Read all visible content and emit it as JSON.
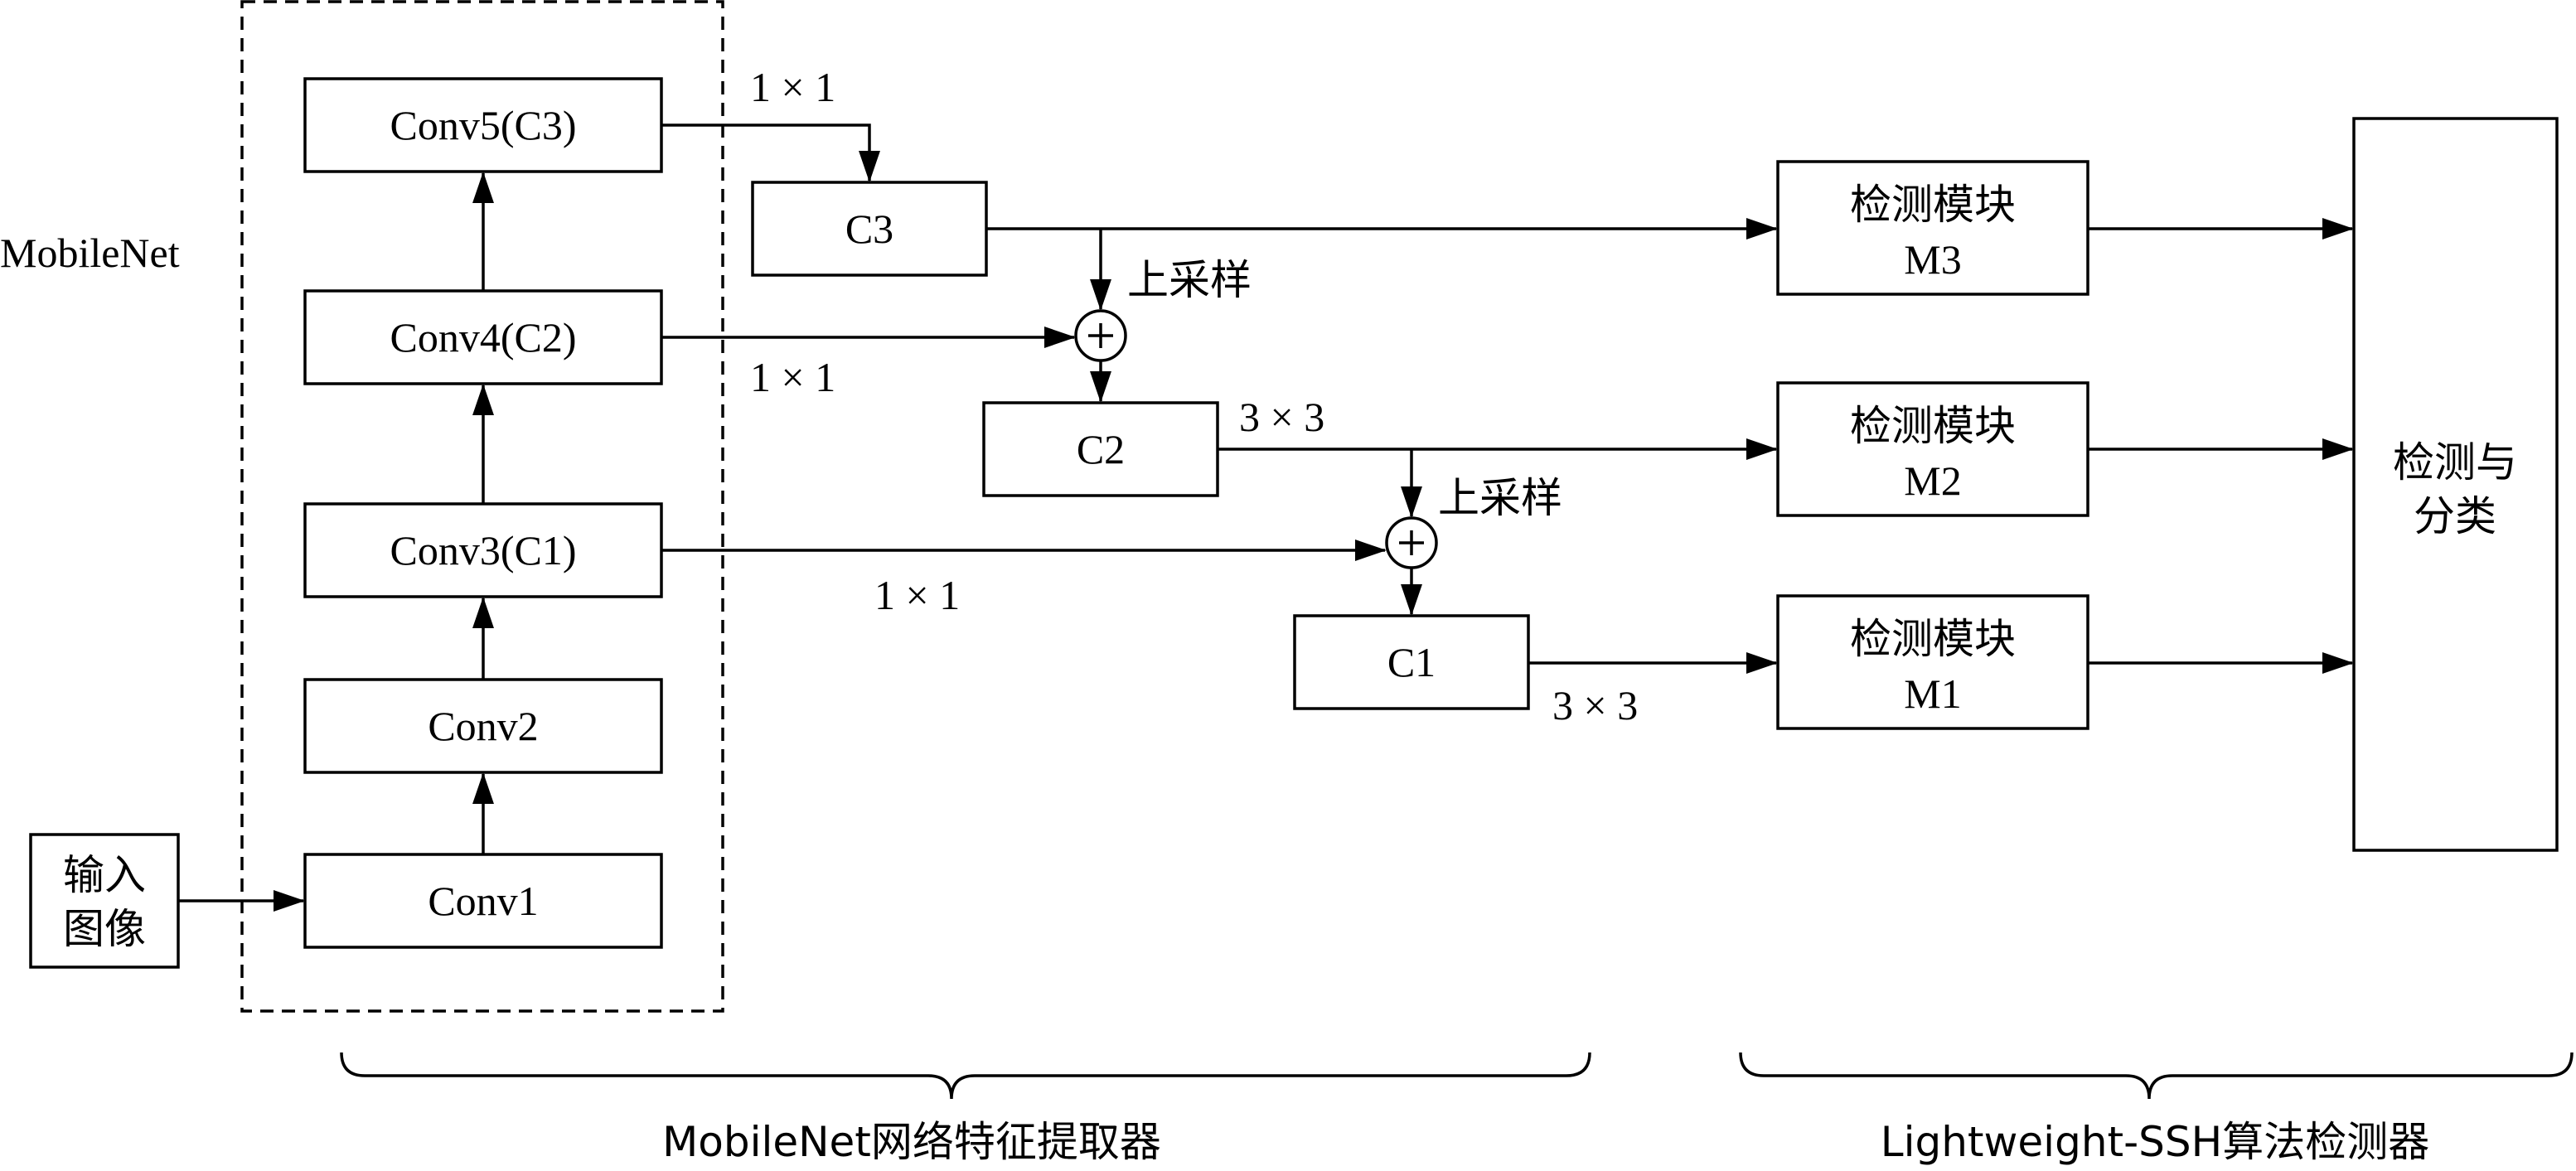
{
  "input": {
    "line1": "输入",
    "line2": "图像"
  },
  "backbone": {
    "label": "MobileNet",
    "conv1": "Conv1",
    "conv2": "Conv2",
    "conv3": "Conv3(C1)",
    "conv4": "Conv4(C2)",
    "conv5": "Conv5(C3)"
  },
  "features": {
    "c3": "C3",
    "c2": "C2",
    "c1": "C1"
  },
  "edge_labels": {
    "conv5_c3": "1 × 1",
    "conv4_add": "1 × 1",
    "conv3_add": "1 × 1",
    "c2_m2": "3 × 3",
    "c1_m1": "3 × 3",
    "upsample_1": "上采样",
    "upsample_2": "上采样"
  },
  "detect_modules": {
    "m3": {
      "line1": "检测模块",
      "line2": "M3"
    },
    "m2": {
      "line1": "检测模块",
      "line2": "M2"
    },
    "m1": {
      "line1": "检测模块",
      "line2": "M1"
    }
  },
  "classifier": {
    "line1": "检测与",
    "line2": "分类"
  },
  "sections": {
    "extractor": "MobileNet网络特征提取器",
    "detector": "Lightweight-SSH算法检测器"
  }
}
